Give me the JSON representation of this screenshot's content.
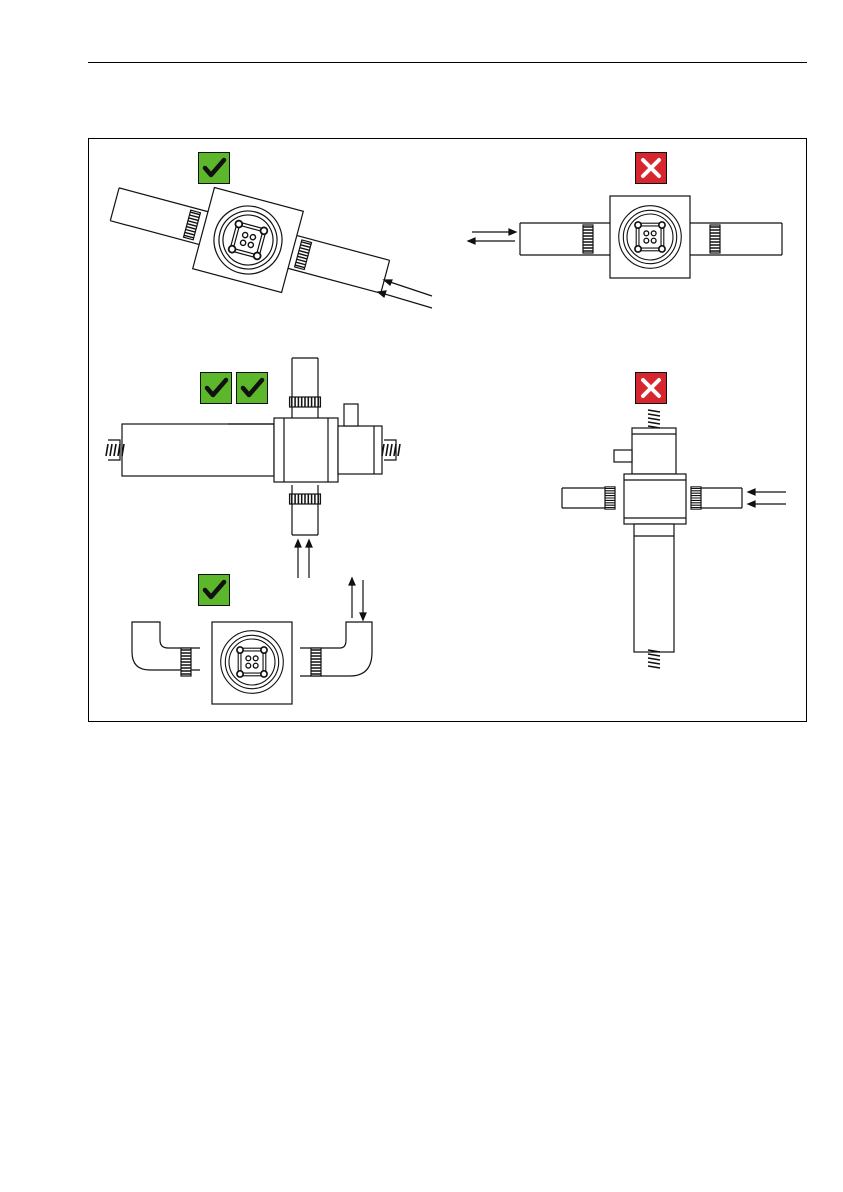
{
  "colors": {
    "ok_badge": "#5cb82a",
    "wrong_badge": "#d8262f",
    "line": "#111111"
  },
  "icons": {
    "ok": "checkmark-icon",
    "wrong": "cross-icon"
  },
  "panels": [
    {
      "id": "diagonal-flow",
      "verdict": "correct",
      "badges": 1
    },
    {
      "id": "horizontal-flow",
      "verdict": "incorrect",
      "badges": 1
    },
    {
      "id": "vertical-upflow-sensor-up",
      "verdict": "correct",
      "badges": 2
    },
    {
      "id": "u-bend-vertical",
      "verdict": "correct",
      "badges": 1
    },
    {
      "id": "vertical-sensor-down",
      "verdict": "incorrect",
      "badges": 1
    }
  ]
}
